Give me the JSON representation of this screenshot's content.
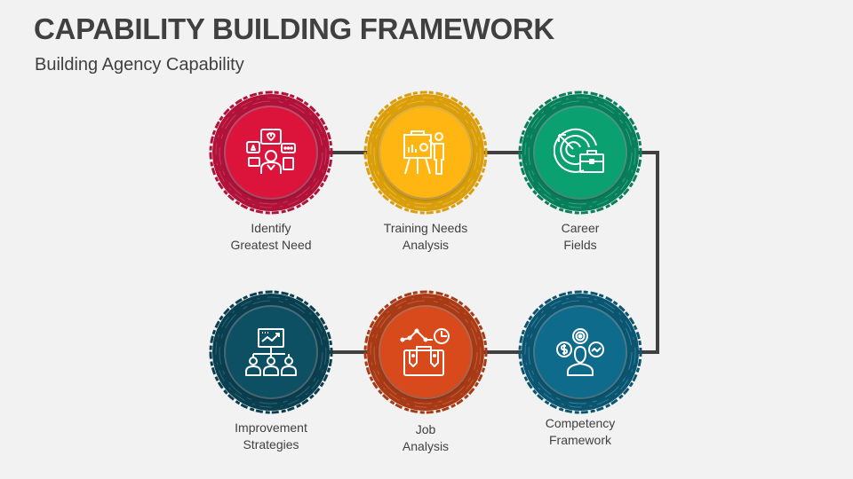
{
  "header": {
    "title": "CAPABILITY BUILDING FRAMEWORK",
    "subtitle": "Building Agency Capability"
  },
  "colors": {
    "background": "#f2f2f2",
    "text": "#404040",
    "connector": "#404040",
    "crimson": "#dc143c",
    "crimson_ring": "#b0123a",
    "amber": "#ffb612",
    "amber_ring": "#d99e0a",
    "green": "#0aa070",
    "green_ring": "#087f5a",
    "teal": "#0e6b8c",
    "teal_ring": "#0b5570",
    "orange": "#d84a1b",
    "orange_ring": "#a83a16",
    "navy_teal": "#0d4f63",
    "navy_teal_ring": "#0a3f50"
  },
  "steps": [
    {
      "line1": "Identify",
      "line2": "Greatest Need",
      "icon": "communication-needs-icon"
    },
    {
      "line1": "Training Needs",
      "line2": "Analysis",
      "icon": "presentation-trainer-icon"
    },
    {
      "line1": "Career",
      "line2": "Fields",
      "icon": "target-briefcase-icon"
    },
    {
      "line1": "Competency",
      "line2": "Framework",
      "icon": "person-competency-icon"
    },
    {
      "line1": "Job",
      "line2": "Analysis",
      "icon": "briefcase-analytics-icon"
    },
    {
      "line1": "Improvement",
      "line2": "Strategies",
      "icon": "team-growth-chart-icon"
    }
  ]
}
